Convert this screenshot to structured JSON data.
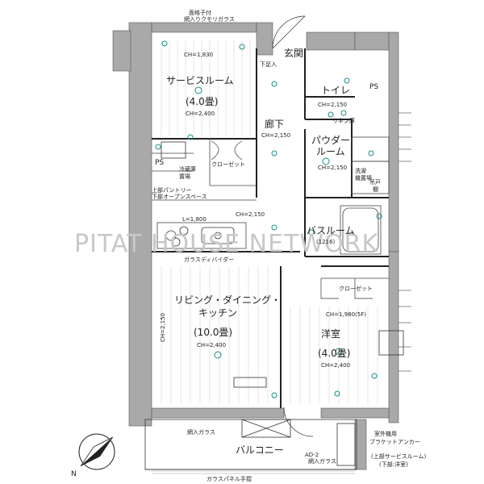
{
  "watermark": "PITAT HOUSE NETWORK",
  "north": "N",
  "top_window": [
    "面格子付",
    "網入りクモリガラス"
  ],
  "rooms": {
    "service": {
      "name": "サービスルーム",
      "size": "(4.0畳)",
      "ch": "CH=2,400",
      "ch_top": "CH=1,830"
    },
    "entrance": {
      "name": "玄関",
      "shoes": "下足入"
    },
    "toilet": {
      "name": "トイレ",
      "ch": "CH=2,150",
      "ch_label": "CH=2,150"
    },
    "corridor": {
      "name": "廊下",
      "ch": "CH=2,150"
    },
    "powder": {
      "name": [
        "パウダー",
        "ルーム"
      ],
      "ch": "CH=2,150"
    },
    "linen": "リネン庫",
    "pantry_small": [
      "吊戸",
      "棚"
    ],
    "wash": [
      "洗濯",
      "機置場"
    ],
    "bath": {
      "name": "バスルーム",
      "size": "(1216)"
    },
    "closet1": "クローゼット",
    "ps1": "PS",
    "ps2": "PS",
    "fridge": [
      "冷蔵庫",
      "置場"
    ],
    "pantry": [
      "上部パントリー",
      "下部オープンスペース"
    ],
    "ldk": {
      "name": [
        "リビング・ダイニング・",
        "キッチン"
      ],
      "size": "(10.0畳)",
      "ch": "CH=2,400",
      "side_ch": "CH=2,150",
      "kitchen_l": "L=1,800",
      "ch_mid": "CH=2,150"
    },
    "glass_divider": "ガラスディバイダー",
    "western": {
      "name": "洋室",
      "size": "(4.0畳)",
      "ch": "CH=2,400"
    },
    "closet2": {
      "name": "クローゼット",
      "ch": "CH=1,980(5F)"
    },
    "balcony": {
      "name": "バルコニー",
      "glass_top": "網入ガラス",
      "glass_bottom": "網入ガラス",
      "rail": "ガラスパネル手摺",
      "ad": "AD-2"
    },
    "outdoor_note": [
      "室外機用",
      "ブラケットアンカー"
    ],
    "upper_service": [
      "(上部サービスルーム)",
      "(下部:洋室)"
    ]
  }
}
